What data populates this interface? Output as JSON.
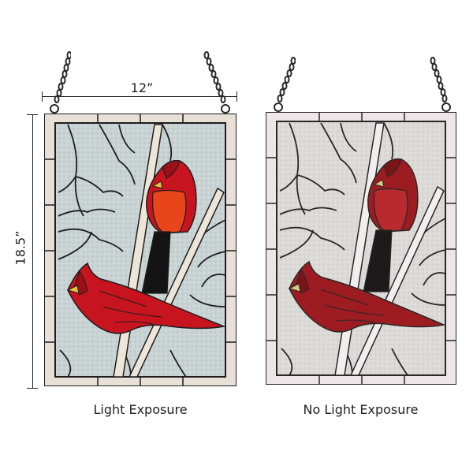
{
  "dimensions": {
    "width_label": "12”",
    "height_label": "18.5”"
  },
  "panels": [
    {
      "caption": "Light Exposure",
      "colors": {
        "background_glass": "#c9d3d4",
        "border_glass": "#e6e0d6",
        "lead": "#1e1e1e",
        "cardinal_red": "#c8141e",
        "cardinal_dark_red": "#9a0f18",
        "breast_orange": "#e8461a",
        "tail_black": "#141414",
        "beak_yellow": "#e8c238",
        "branch": "#ede6d8"
      }
    },
    {
      "caption": "No Light Exposure",
      "colors": {
        "background_glass": "#dcdad6",
        "border_glass": "#ece6e8",
        "lead": "#2a2826",
        "cardinal_red": "#9c1c22",
        "cardinal_dark_red": "#7a1418",
        "breast_orange": "#b82a2e",
        "tail_black": "#1c1a1a",
        "beak_yellow": "#d8c880",
        "branch": "#f2eef0"
      }
    }
  ],
  "icons": {
    "chain": "chain-icon",
    "dimension_arrow": "dimension-line"
  }
}
